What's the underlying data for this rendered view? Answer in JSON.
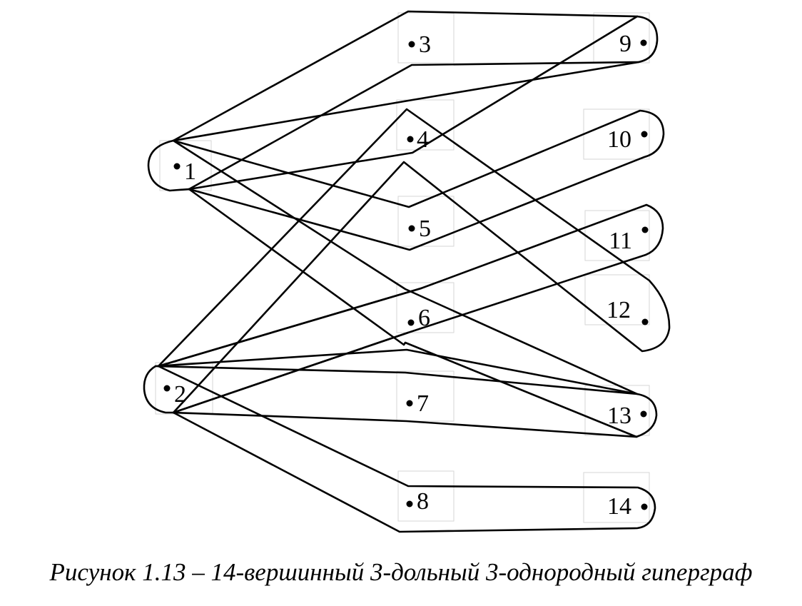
{
  "diagram": {
    "vertices": [
      {
        "id": 1,
        "label": "1"
      },
      {
        "id": 2,
        "label": "2"
      },
      {
        "id": 3,
        "label": "3"
      },
      {
        "id": 4,
        "label": "4"
      },
      {
        "id": 5,
        "label": "5"
      },
      {
        "id": 6,
        "label": "6"
      },
      {
        "id": 7,
        "label": "7"
      },
      {
        "id": 8,
        "label": "8"
      },
      {
        "id": 9,
        "label": "9"
      },
      {
        "id": 10,
        "label": "10"
      },
      {
        "id": 11,
        "label": "11"
      },
      {
        "id": 12,
        "label": "12"
      },
      {
        "id": 13,
        "label": "13"
      },
      {
        "id": 14,
        "label": "14"
      }
    ],
    "hyperedges": [
      [
        1,
        3,
        9
      ],
      [
        1,
        4,
        9
      ],
      [
        1,
        5,
        10
      ],
      [
        1,
        6,
        13
      ],
      [
        2,
        4,
        12
      ],
      [
        2,
        5,
        11
      ],
      [
        2,
        6,
        12
      ],
      [
        2,
        7,
        13
      ],
      [
        2,
        8,
        14
      ]
    ]
  },
  "caption": "Рисунок 1.13 – 14-вершинный 3-дольный 3-однородный гиперграф"
}
